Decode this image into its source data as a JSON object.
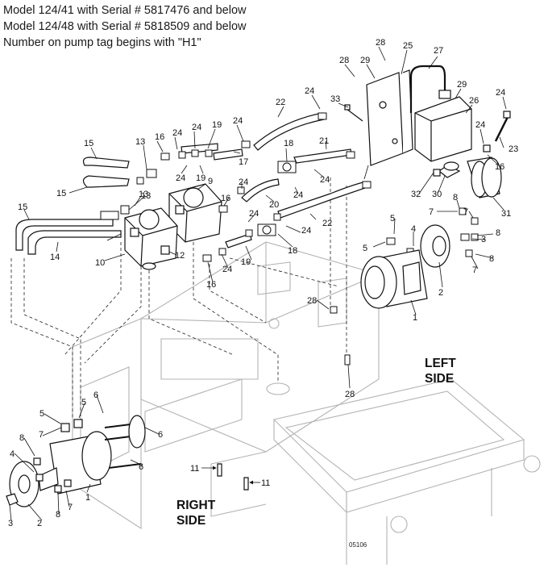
{
  "header_lines": [
    "Model 124/41 with Serial # 5817476 and below",
    "Model 124/48 with Serial # 5818509 and below",
    "Number on pump tag begins with \"H1\""
  ],
  "side_labels": {
    "left": [
      "LEFT",
      "SIDE"
    ],
    "right": [
      "RIGHT",
      "SIDE"
    ]
  },
  "figure_number": "05106",
  "callouts": [
    {
      "id": "c28a",
      "t": "28"
    },
    {
      "id": "c25",
      "t": "25"
    },
    {
      "id": "c27",
      "t": "27"
    },
    {
      "id": "c28b",
      "t": "28"
    },
    {
      "id": "c29a",
      "t": "29"
    },
    {
      "id": "c29b",
      "t": "29"
    },
    {
      "id": "c26",
      "t": "26"
    },
    {
      "id": "c24a",
      "t": "24"
    },
    {
      "id": "c22a",
      "t": "22"
    },
    {
      "id": "c33",
      "t": "33"
    },
    {
      "id": "c24b",
      "t": "24"
    },
    {
      "id": "c23",
      "t": "23"
    },
    {
      "id": "c24c",
      "t": "24"
    },
    {
      "id": "c16a",
      "t": "16"
    },
    {
      "id": "c16b",
      "t": "16"
    },
    {
      "id": "c24d",
      "t": "24"
    },
    {
      "id": "c19a",
      "t": "19"
    },
    {
      "id": "c24e",
      "t": "24"
    },
    {
      "id": "c15a",
      "t": "15"
    },
    {
      "id": "c13a",
      "t": "13"
    },
    {
      "id": "c17",
      "t": "17"
    },
    {
      "id": "c18a",
      "t": "18"
    },
    {
      "id": "c21",
      "t": "21"
    },
    {
      "id": "c24f",
      "t": "24"
    },
    {
      "id": "c24g",
      "t": "24"
    },
    {
      "id": "c24h",
      "t": "24"
    },
    {
      "id": "c19b",
      "t": "19"
    },
    {
      "id": "c9",
      "t": "9"
    },
    {
      "id": "c15b",
      "t": "15"
    },
    {
      "id": "c13b",
      "t": "13"
    },
    {
      "id": "c16c",
      "t": "16"
    },
    {
      "id": "c24i",
      "t": "24"
    },
    {
      "id": "c20",
      "t": "20"
    },
    {
      "id": "c24j",
      "t": "24"
    },
    {
      "id": "c32",
      "t": "32"
    },
    {
      "id": "c30",
      "t": "30"
    },
    {
      "id": "c8a",
      "t": "8"
    },
    {
      "id": "c7a",
      "t": "7"
    },
    {
      "id": "c7b",
      "t": "7"
    },
    {
      "id": "c31",
      "t": "31"
    },
    {
      "id": "c15c",
      "t": "15"
    },
    {
      "id": "c13c",
      "t": "13"
    },
    {
      "id": "c24k",
      "t": "24"
    },
    {
      "id": "c22b",
      "t": "22"
    },
    {
      "id": "c5a",
      "t": "5"
    },
    {
      "id": "c4a",
      "t": "4"
    },
    {
      "id": "c24l",
      "t": "24"
    },
    {
      "id": "c8b",
      "t": "8"
    },
    {
      "id": "c3a",
      "t": "3"
    },
    {
      "id": "c5b",
      "t": "5"
    },
    {
      "id": "c14",
      "t": "14"
    },
    {
      "id": "c10",
      "t": "10"
    },
    {
      "id": "c12",
      "t": "12"
    },
    {
      "id": "c19c",
      "t": "19"
    },
    {
      "id": "c24m",
      "t": "24"
    },
    {
      "id": "c18b",
      "t": "18"
    },
    {
      "id": "c8c",
      "t": "8"
    },
    {
      "id": "c7c",
      "t": "7"
    },
    {
      "id": "c2a",
      "t": "2"
    },
    {
      "id": "c16d",
      "t": "16"
    },
    {
      "id": "c28c",
      "t": "28"
    },
    {
      "id": "c1a",
      "t": "1"
    },
    {
      "id": "c28d",
      "t": "28"
    },
    {
      "id": "c6a",
      "t": "6"
    },
    {
      "id": "c5c",
      "t": "5"
    },
    {
      "id": "c5d",
      "t": "5"
    },
    {
      "id": "c7d",
      "t": "7"
    },
    {
      "id": "c8d",
      "t": "8"
    },
    {
      "id": "c6b",
      "t": "6"
    },
    {
      "id": "c4b",
      "t": "4"
    },
    {
      "id": "c6c",
      "t": "6"
    },
    {
      "id": "c11a",
      "t": "11"
    },
    {
      "id": "c11b",
      "t": "11"
    },
    {
      "id": "c1b",
      "t": "1"
    },
    {
      "id": "c7e",
      "t": "7"
    },
    {
      "id": "c8e",
      "t": "8"
    },
    {
      "id": "c3b",
      "t": "3"
    },
    {
      "id": "c2b",
      "t": "2"
    }
  ]
}
